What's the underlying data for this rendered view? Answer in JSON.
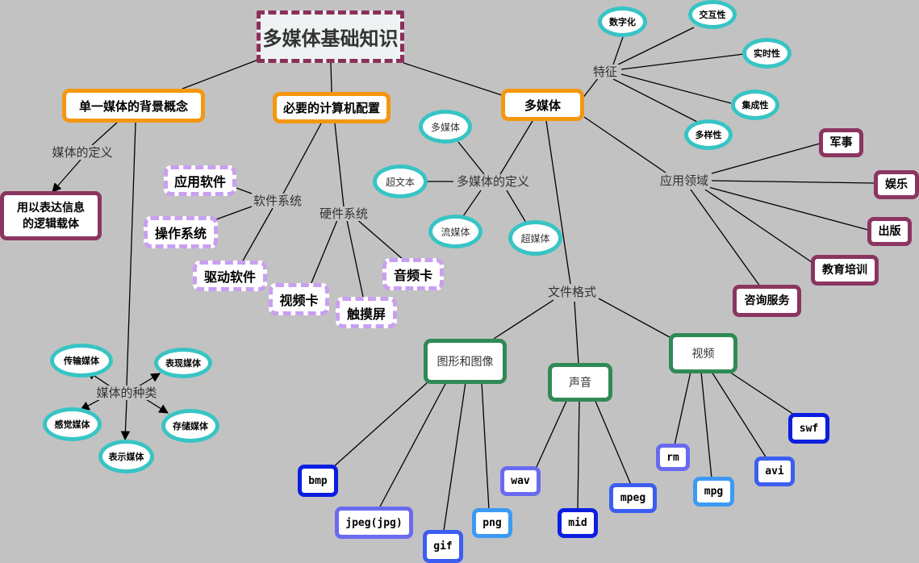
{
  "root": "多媒体基础知识",
  "branches": {
    "single_media": "单一媒体的背景概念",
    "computer_config": "必要的计算机配置",
    "multimedia": "多媒体"
  },
  "media_definition": {
    "label": "媒体的定义",
    "value_line1": "用以表达信息",
    "value_line2": "的逻辑载体"
  },
  "media_types": {
    "label": "媒体的种类",
    "items": [
      "传输媒体",
      "表现媒体",
      "感觉媒体",
      "存储媒体",
      "表示媒体"
    ]
  },
  "software": {
    "label": "软件系统",
    "items": [
      "应用软件",
      "操作系统",
      "驱动软件"
    ]
  },
  "hardware": {
    "label": "硬件系统",
    "items": [
      "视频卡",
      "触摸屏",
      "音频卡"
    ]
  },
  "features": {
    "label": "特征",
    "items": [
      "数字化",
      "交互性",
      "实时性",
      "集成性",
      "多样性"
    ]
  },
  "mm_definition": {
    "label": "多媒体的定义",
    "items": [
      "多媒体",
      "超文本",
      "流媒体",
      "超媒体"
    ]
  },
  "applications": {
    "label": "应用领域",
    "items": [
      "军事",
      "娱乐",
      "出版",
      "教育培训",
      "咨询服务"
    ]
  },
  "file_formats": {
    "label": "文件格式",
    "graphics": {
      "label": "图形和图像",
      "items": [
        "bmp",
        "jpeg(jpg)",
        "gif",
        "png"
      ]
    },
    "audio": {
      "label": "声音",
      "items": [
        "wav",
        "mid",
        "mpeg"
      ]
    },
    "video": {
      "label": "视频",
      "items": [
        "rm",
        "mpg",
        "avi",
        "swf"
      ]
    }
  },
  "colors": {
    "background": "#c2c2c2",
    "root_border": "#8b2f5a",
    "orange": "#f4970f",
    "purple": "#c9a0f0",
    "cyan": "#38c4c4",
    "maroon": "#8b3560",
    "green": "#2f8a55",
    "blue_dark": "#0b1ee0",
    "blue_mid": "#3c5ef0",
    "blue_purple": "#6a6af0",
    "blue_light": "#3c9af5"
  }
}
